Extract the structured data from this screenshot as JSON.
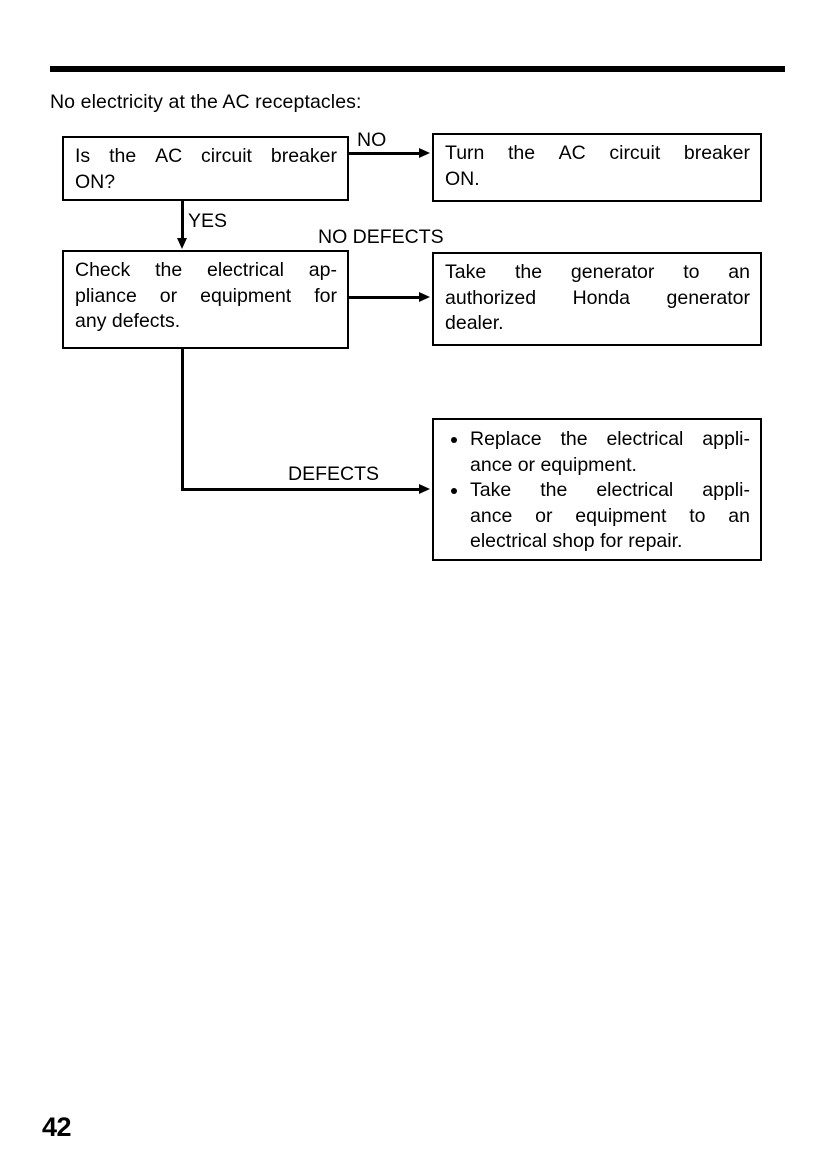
{
  "page": {
    "number": "42",
    "heading": "No electricity at the AC receptacles:"
  },
  "flowchart": {
    "title": "No electricity at the AC receptacles:",
    "boxes": {
      "ac_breaker_question": {
        "lines": [
          [
            "Is",
            "the",
            "AC",
            "circuit",
            "breaker"
          ],
          [
            "ON?"
          ]
        ],
        "text": "Is the AC circuit breaker ON?"
      },
      "turn_breaker_on": {
        "lines": [
          [
            "Turn",
            "the",
            "AC",
            "circuit",
            "breaker"
          ],
          [
            "ON."
          ]
        ],
        "text": "Turn the AC circuit breaker ON."
      },
      "check_appliance": {
        "lines": [
          [
            "Check",
            "the",
            "electrical",
            "ap-"
          ],
          [
            "pliance",
            "or",
            "equipment",
            "for"
          ],
          [
            "any defects."
          ]
        ],
        "text": "Check the electrical appliance or equipment for any defects."
      },
      "take_to_dealer": {
        "lines": [
          [
            "Take",
            "the",
            "generator",
            "to",
            "an"
          ],
          [
            "authorized",
            "Honda",
            "generator"
          ],
          [
            "dealer."
          ]
        ],
        "text": "Take the generator to an authorized Honda generator dealer."
      },
      "replace_or_repair": {
        "bullets": [
          {
            "lines": [
              [
                "Replace",
                "the",
                "electrical",
                "appli-"
              ],
              [
                "ance or equipment."
              ]
            ],
            "text": "Replace the electrical appliance or equipment."
          },
          {
            "lines": [
              [
                "Take",
                "the",
                "electrical",
                "appli-"
              ],
              [
                "ance",
                "or",
                "equipment",
                "to",
                "an"
              ],
              [
                "electrical shop for repair."
              ]
            ],
            "text": "Take the electrical appliance or equipment to an electrical shop for repair."
          }
        ]
      }
    },
    "edge_labels": {
      "no": "NO",
      "yes": "YES",
      "no_defects": "NO DEFECTS",
      "defects": "DEFECTS"
    }
  }
}
